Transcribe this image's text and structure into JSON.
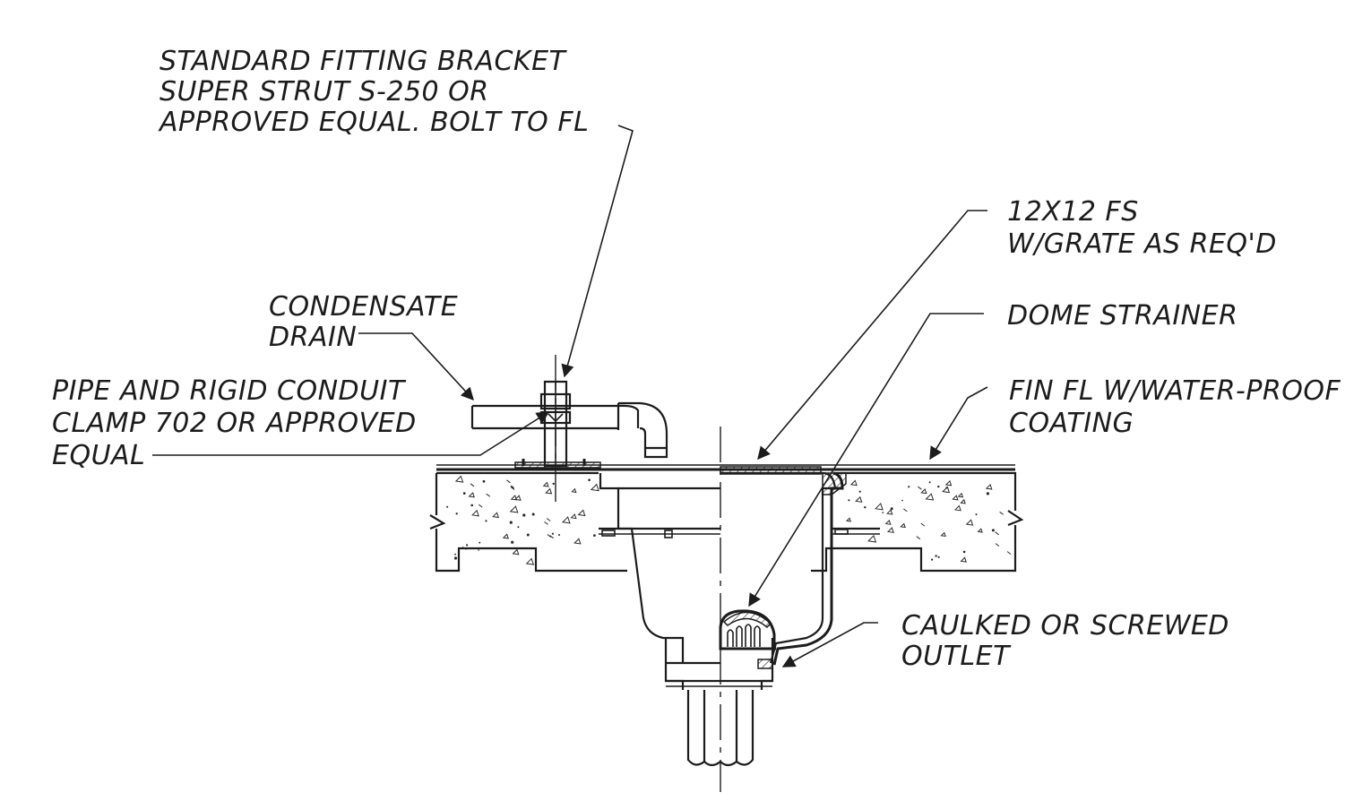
{
  "labels": {
    "bracket": [
      "STANDARD FITTING BRACKET",
      "SUPER STRUT S-250 OR",
      "APPROVED EQUAL. BOLT TO FL"
    ],
    "floor_sink": [
      "12X12 FS",
      "W/GRATE AS REQ'D"
    ],
    "condensate": [
      "CONDENSATE",
      "DRAIN"
    ],
    "dome": [
      "DOME STRAINER"
    ],
    "clamp": [
      "PIPE AND RIGID CONDUIT",
      "CLAMP 702 OR APPROVED",
      "EQUAL"
    ],
    "fin_floor": [
      "FIN FL W/WATER-PROOF",
      "COATING"
    ],
    "outlet": [
      "CAULKED OR SCREWED",
      "OUTLET"
    ]
  }
}
